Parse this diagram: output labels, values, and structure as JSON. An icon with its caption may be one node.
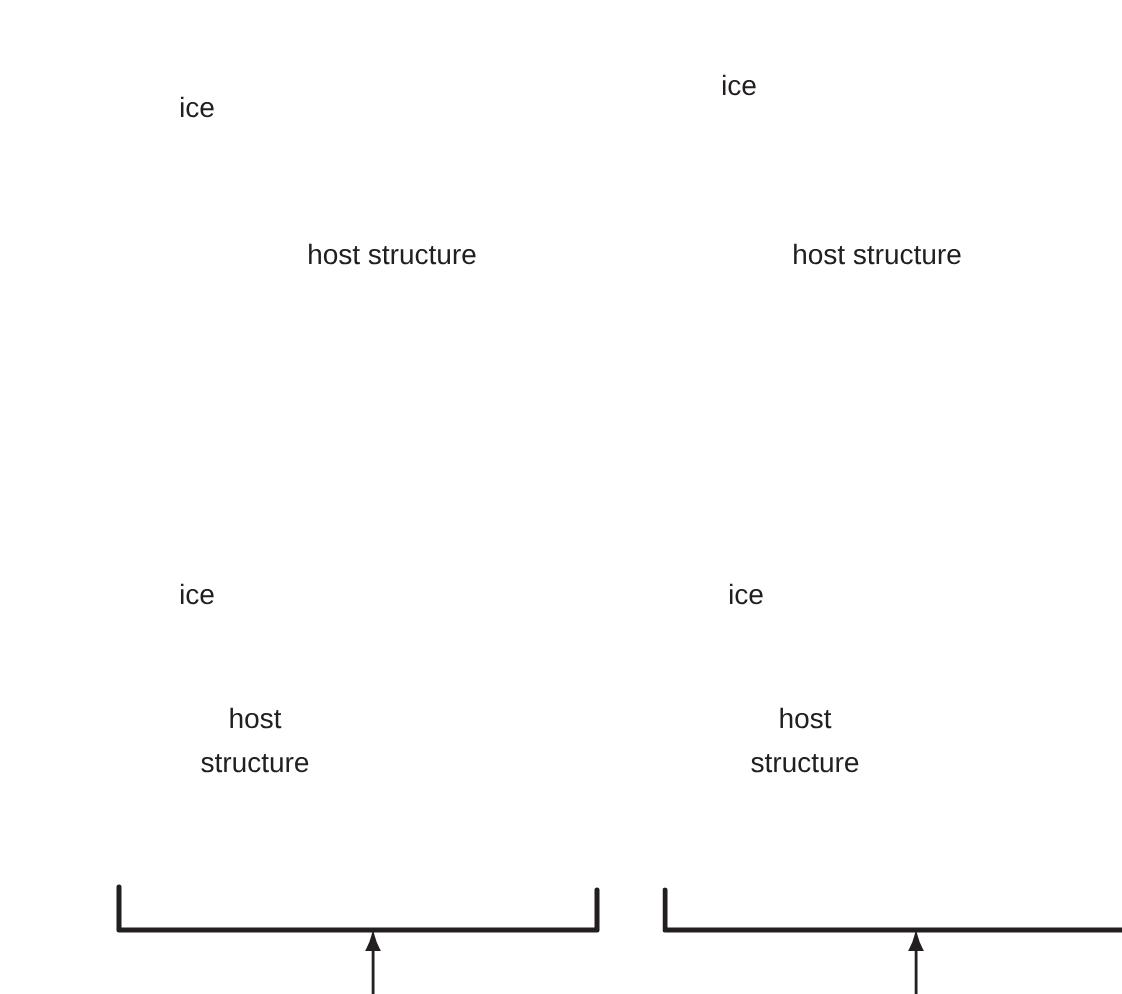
{
  "diagram": {
    "labels": [
      "ice",
      "ice",
      "host structure",
      "host structure",
      "ice",
      "ice",
      "host structure",
      "host structure"
    ]
  }
}
